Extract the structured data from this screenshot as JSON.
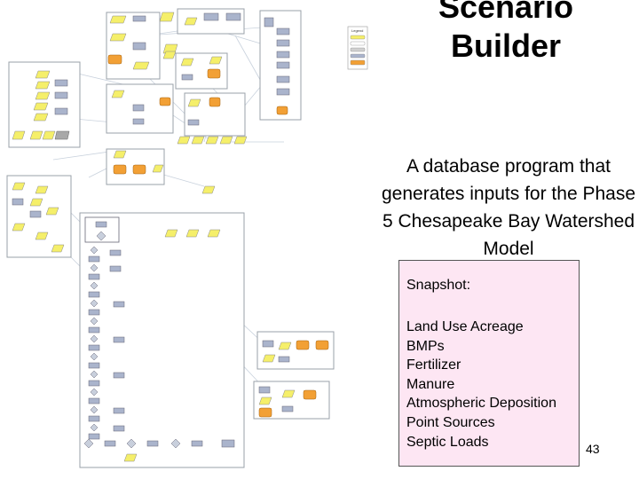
{
  "slide": {
    "title_lines": [
      "Scenario",
      "Builder"
    ],
    "subtitle": "A database program that generates inputs for the Phase 5 Chesapeake Bay Watershed Model",
    "snapshot": {
      "heading": "Snapshot:",
      "items": [
        "Land Use Acreage",
        "BMPs",
        "Fertilizer",
        "Manure",
        "Atmospheric Deposition",
        "Point Sources",
        "Septic Loads"
      ]
    },
    "page_number": "43"
  },
  "diagram": {
    "legend_title": "Legend",
    "colors": {
      "process": "#f5ef6a",
      "table": "#aab4cc",
      "output": "#f2a035",
      "panel": "#ffffff",
      "panel_border": "#9aa0a8",
      "connector": "#c9d2dd"
    }
  }
}
